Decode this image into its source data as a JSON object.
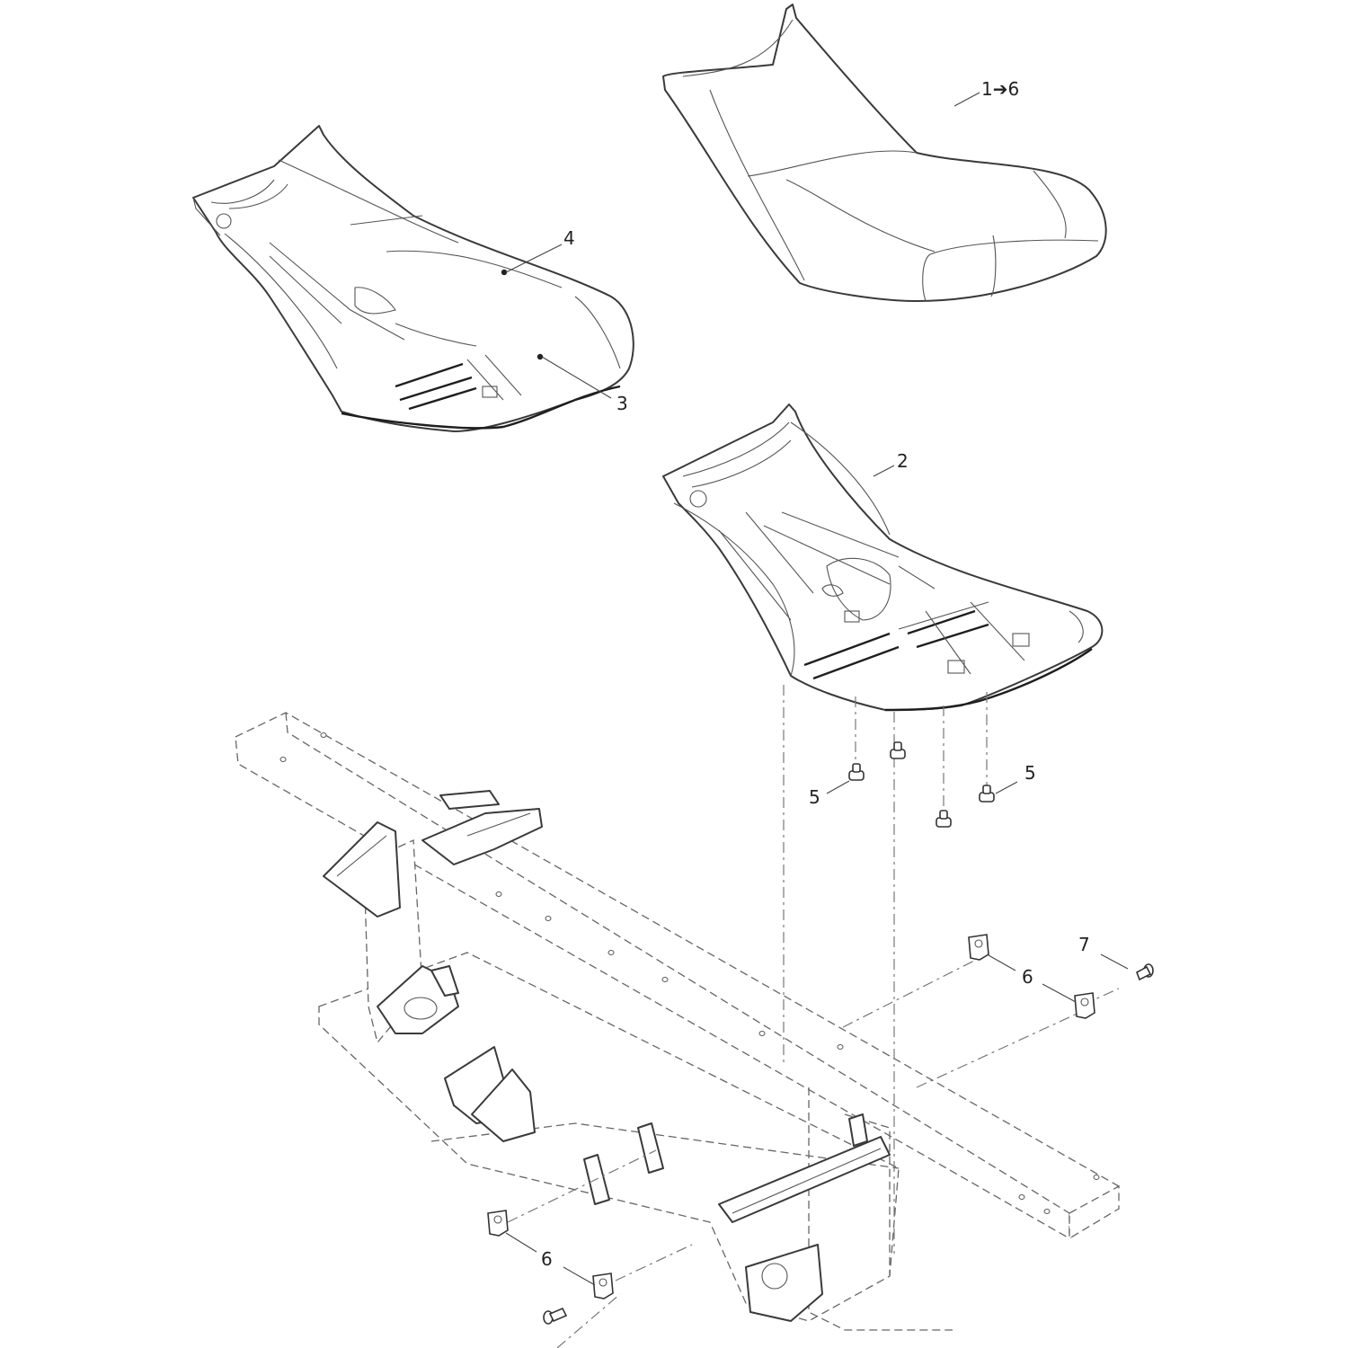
{
  "callouts": {
    "c_1to6": "1➔6",
    "c_2": "2",
    "c_3": "3",
    "c_4": "4",
    "c_5a": "5",
    "c_5b": "5",
    "c_6a": "6",
    "c_6b": "6",
    "c_7": "7"
  },
  "colors": {
    "line": "#3a3a3a",
    "background": "#ffffff"
  }
}
